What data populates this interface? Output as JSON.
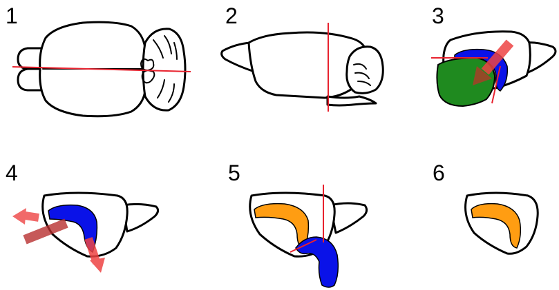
{
  "panels": [
    {
      "number": "1"
    },
    {
      "number": "2"
    },
    {
      "number": "3"
    },
    {
      "number": "4"
    },
    {
      "number": "5"
    },
    {
      "number": "6"
    }
  ],
  "colors": {
    "cut_line": "#e8222e",
    "tissue_green": "#1f8a1f",
    "tissue_blue": "#0a12e8",
    "tissue_orange": "#ff9d12",
    "arrow": "#ee4444",
    "outline": "#000000"
  }
}
